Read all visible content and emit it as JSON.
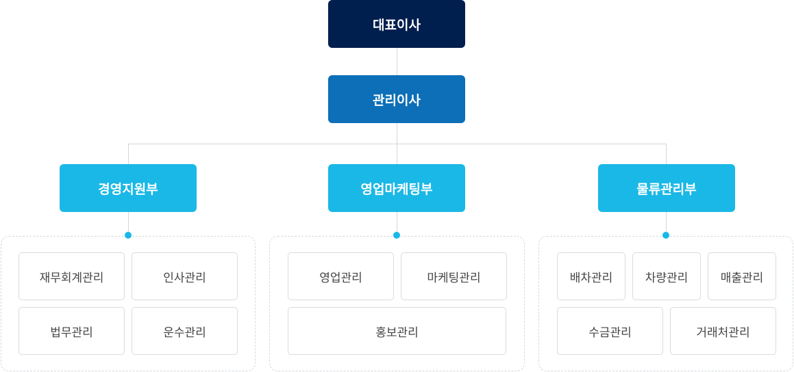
{
  "ceo": "대표이사",
  "manager": "관리이사",
  "departments": [
    {
      "name": "경영지원부",
      "teams": [
        "재무회계관리",
        "인사관리",
        "법무관리",
        "운수관리"
      ]
    },
    {
      "name": "영업마케팅부",
      "teams": [
        "영업관리",
        "마케팅관리",
        "홍보관리"
      ]
    },
    {
      "name": "물류관리부",
      "teams": [
        "배차관리",
        "차량관리",
        "매출관리",
        "수금관리",
        "거래처관리"
      ]
    }
  ],
  "colors": {
    "ceo": "#001e4e",
    "manager": "#0c6fb8",
    "department": "#1ab8e6"
  }
}
